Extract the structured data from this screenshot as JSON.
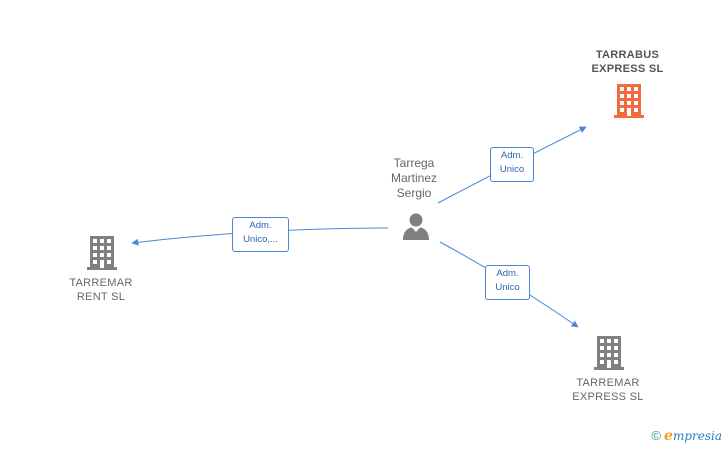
{
  "colors": {
    "edge": "#4a86d4",
    "company": "#808080",
    "company_highlight": "#f26a3d",
    "person": "#808080"
  },
  "person": {
    "name_lines": [
      "Tarrega",
      "Martinez",
      "Sergio"
    ],
    "icon": "person-icon"
  },
  "companies": [
    {
      "id": "tarrabus",
      "name_lines": [
        "TARRABUS",
        "EXPRESS  SL"
      ],
      "highlighted": true,
      "icon": "building-icon"
    },
    {
      "id": "tarremar-rent",
      "name_lines": [
        "TARREMAR",
        "RENT  SL"
      ],
      "highlighted": false,
      "icon": "building-icon"
    },
    {
      "id": "tarremar-express",
      "name_lines": [
        "TARREMAR",
        "EXPRESS  SL"
      ],
      "highlighted": false,
      "icon": "building-icon"
    }
  ],
  "edges": [
    {
      "to": "tarrabus",
      "label_lines": [
        "Adm.",
        "Unico"
      ]
    },
    {
      "to": "tarremar-rent",
      "label_lines": [
        "Adm.",
        "Unico,..."
      ]
    },
    {
      "to": "tarremar-express",
      "label_lines": [
        "Adm.",
        "Unico"
      ]
    }
  ],
  "footer": {
    "copyright": "©",
    "brand_initial": "e",
    "brand_rest": "mpresia"
  }
}
